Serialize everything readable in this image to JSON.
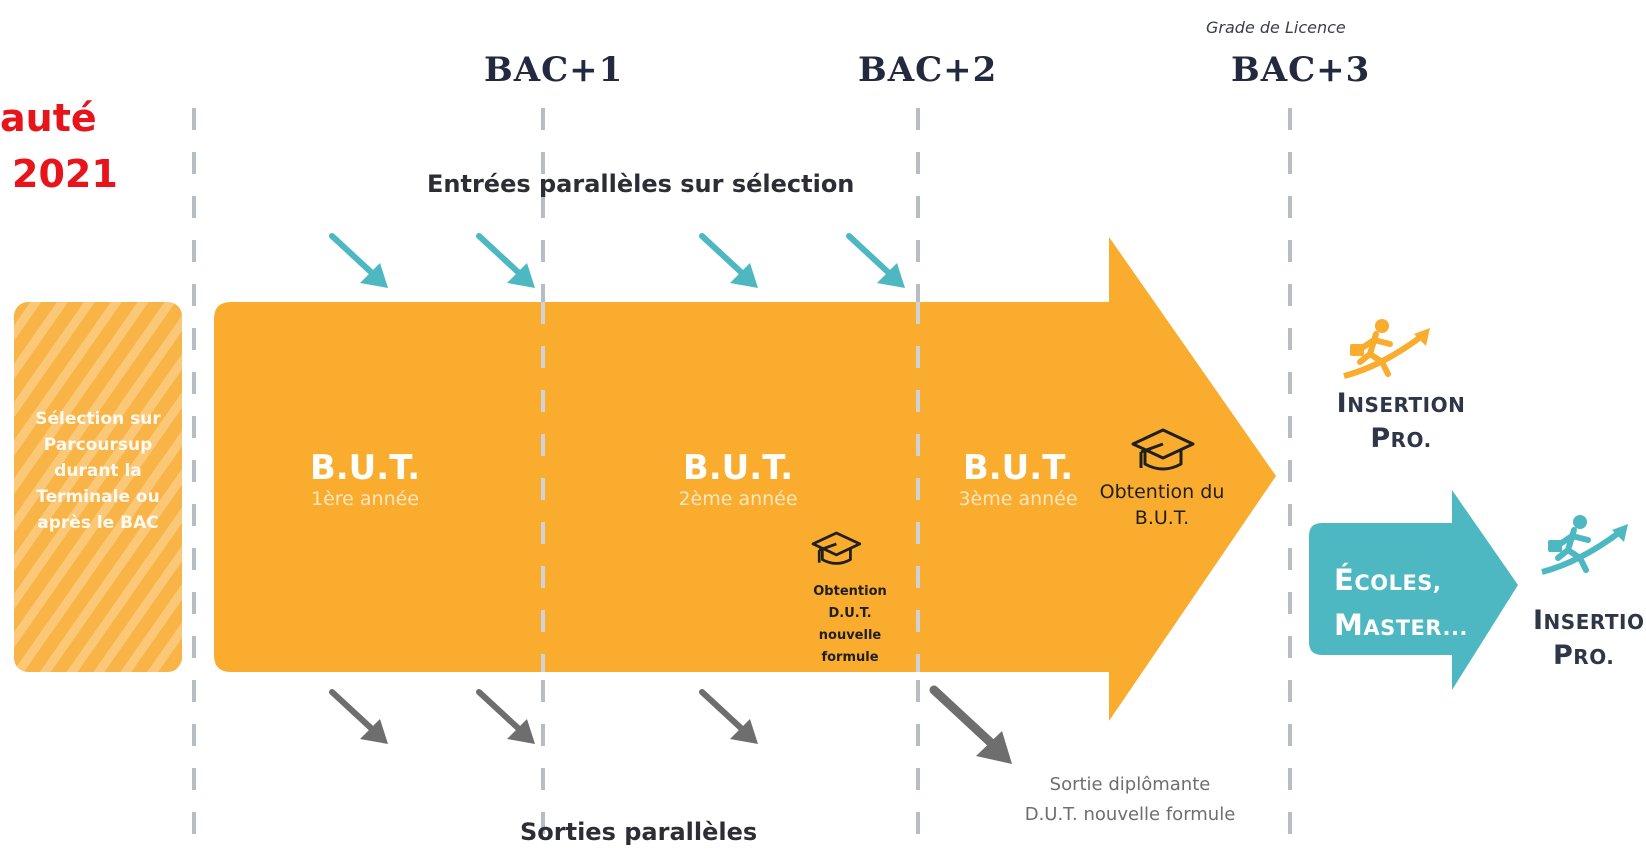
{
  "banner": {
    "line1": "auté",
    "line2": "2021"
  },
  "grade_label": "Grade de Licence",
  "milestones": [
    "BAC+1",
    "BAC+2",
    "BAC+3"
  ],
  "entries_label": "Entrées parallèles sur sélection",
  "exits_label": "Sorties parallèles",
  "selection_text": "Sélection sur Parcoursup durant la Terminale ou après le BAC",
  "years": [
    {
      "title": "B.U.T.",
      "subtitle": "1ère année"
    },
    {
      "title": "B.U.T.",
      "subtitle": "2ème année"
    },
    {
      "title": "B.U.T.",
      "subtitle": "3ème année"
    }
  ],
  "dut_obtention": "Obtention D.U.T. nouvelle formule",
  "but_obtention": "Obtention du B.U.T.",
  "diploma_exit": {
    "line1": "Sortie diplômante",
    "line2": "D.U.T. nouvelle formule"
  },
  "insertion_top": {
    "big1": "I",
    "small1": "NSERTION",
    "big2": "P",
    "small2": "RO."
  },
  "ecoles": {
    "big1": "É",
    "small1": "COLES,",
    "big2": "M",
    "small2": "ASTER..."
  },
  "insertion_bottom": {
    "big1": "I",
    "small1": "NSERTION",
    "big2": "P",
    "small2": "RO."
  },
  "colors": {
    "orange": "#f9ac2e",
    "teal": "#4db8c2",
    "red": "#e8141b",
    "navy": "#232a40",
    "gray_arrow": "#6e6e6e"
  },
  "icons": [
    "graduation-cap-icon",
    "running-businessman-icon"
  ]
}
